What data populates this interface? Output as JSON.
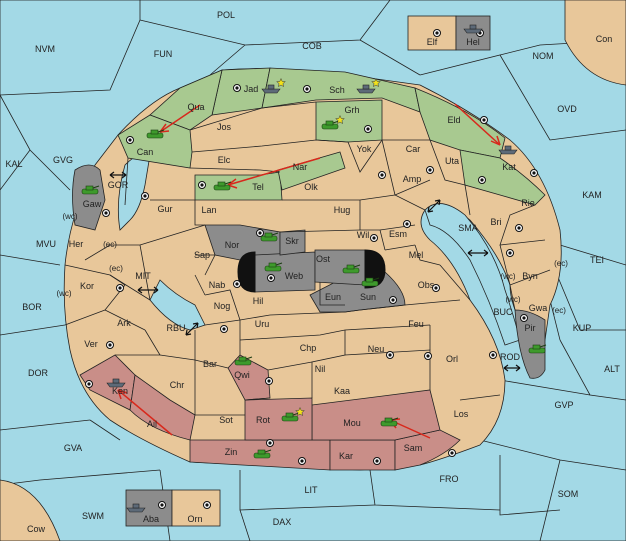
{
  "map": {
    "labels": [
      {
        "id": "pol",
        "text": "POL"
      },
      {
        "id": "nvm",
        "text": "NVM"
      },
      {
        "id": "fun",
        "text": "FUN"
      },
      {
        "id": "cob",
        "text": "COB"
      },
      {
        "id": "elf",
        "text": "Elf"
      },
      {
        "id": "hel",
        "text": "Hel"
      },
      {
        "id": "con",
        "text": "Con"
      },
      {
        "id": "nom",
        "text": "NOM"
      },
      {
        "id": "ovd",
        "text": "OVD"
      },
      {
        "id": "kal",
        "text": "KAL"
      },
      {
        "id": "gvg",
        "text": "GVG"
      },
      {
        "id": "gor",
        "text": "GOR"
      },
      {
        "id": "kam",
        "text": "KAM"
      },
      {
        "id": "sma",
        "text": "SMA"
      },
      {
        "id": "tei",
        "text": "TEI"
      },
      {
        "id": "mvu",
        "text": "MVU"
      },
      {
        "id": "mit",
        "text": "MIT"
      },
      {
        "id": "bor",
        "text": "BOR"
      },
      {
        "id": "rbu",
        "text": "RBU"
      },
      {
        "id": "buc",
        "text": "BUC"
      },
      {
        "id": "kup",
        "text": "KUP"
      },
      {
        "id": "dor",
        "text": "DOR"
      },
      {
        "id": "rod",
        "text": "ROD"
      },
      {
        "id": "alt",
        "text": "ALT"
      },
      {
        "id": "gvp",
        "text": "GVP"
      },
      {
        "id": "gva",
        "text": "GVA"
      },
      {
        "id": "fro",
        "text": "FRO"
      },
      {
        "id": "som",
        "text": "SOM"
      },
      {
        "id": "lit",
        "text": "LIT"
      },
      {
        "id": "swm",
        "text": "SWM"
      },
      {
        "id": "aba",
        "text": "Aba"
      },
      {
        "id": "orn",
        "text": "Orn"
      },
      {
        "id": "dax",
        "text": "DAX"
      },
      {
        "id": "cow",
        "text": "Cow"
      },
      {
        "id": "jad",
        "text": "Jad"
      },
      {
        "id": "sch",
        "text": "Sch"
      },
      {
        "id": "qua",
        "text": "Qua"
      },
      {
        "id": "jos",
        "text": "Jos"
      },
      {
        "id": "grh",
        "text": "Grh"
      },
      {
        "id": "can",
        "text": "Can"
      },
      {
        "id": "eld",
        "text": "Eld"
      },
      {
        "id": "yok",
        "text": "Yok"
      },
      {
        "id": "car",
        "text": "Car"
      },
      {
        "id": "elc",
        "text": "Elc"
      },
      {
        "id": "nar",
        "text": "Nar"
      },
      {
        "id": "uta",
        "text": "Uta"
      },
      {
        "id": "kat",
        "text": "Kat"
      },
      {
        "id": "tel",
        "text": "Tel"
      },
      {
        "id": "olk",
        "text": "Olk"
      },
      {
        "id": "amp",
        "text": "Amp"
      },
      {
        "id": "gaw",
        "text": "Gaw"
      },
      {
        "id": "gur",
        "text": "Gur"
      },
      {
        "id": "lan",
        "text": "Lan"
      },
      {
        "id": "hug",
        "text": "Hug"
      },
      {
        "id": "rie",
        "text": "Rie"
      },
      {
        "id": "bri",
        "text": "Bri"
      },
      {
        "id": "wil",
        "text": "Wil"
      },
      {
        "id": "esm",
        "text": "Esm"
      },
      {
        "id": "nor",
        "text": "Nor"
      },
      {
        "id": "her",
        "text": "Her"
      },
      {
        "id": "sap",
        "text": "Sap"
      },
      {
        "id": "skr",
        "text": "Skr"
      },
      {
        "id": "ost",
        "text": "Ost"
      },
      {
        "id": "mel",
        "text": "Mel"
      },
      {
        "id": "web",
        "text": "Web"
      },
      {
        "id": "byn",
        "text": "Byn"
      },
      {
        "id": "kor",
        "text": "Kor"
      },
      {
        "id": "nab",
        "text": "Nab"
      },
      {
        "id": "eun",
        "text": "Eun"
      },
      {
        "id": "sun",
        "text": "Sun"
      },
      {
        "id": "obs",
        "text": "Obs"
      },
      {
        "id": "hil",
        "text": "Hil"
      },
      {
        "id": "gwa",
        "text": "Gwa"
      },
      {
        "id": "nog",
        "text": "Nog"
      },
      {
        "id": "ark",
        "text": "Ark"
      },
      {
        "id": "uru",
        "text": "Uru"
      },
      {
        "id": "feu",
        "text": "Feu"
      },
      {
        "id": "pir",
        "text": "Pir"
      },
      {
        "id": "ver",
        "text": "Ver"
      },
      {
        "id": "chp",
        "text": "Chp"
      },
      {
        "id": "neu",
        "text": "Neu"
      },
      {
        "id": "orl",
        "text": "Orl"
      },
      {
        "id": "bar",
        "text": "Bar"
      },
      {
        "id": "nil",
        "text": "Nil"
      },
      {
        "id": "qwi",
        "text": "Qwi"
      },
      {
        "id": "chr",
        "text": "Chr"
      },
      {
        "id": "ken",
        "text": "Ken"
      },
      {
        "id": "kaa",
        "text": "Kaa"
      },
      {
        "id": "ail",
        "text": "Ail"
      },
      {
        "id": "sot",
        "text": "Sot"
      },
      {
        "id": "rot",
        "text": "Rot"
      },
      {
        "id": "los",
        "text": "Los"
      },
      {
        "id": "mou",
        "text": "Mou"
      },
      {
        "id": "zin",
        "text": "Zin"
      },
      {
        "id": "kar",
        "text": "Kar"
      },
      {
        "id": "sam",
        "text": "Sam"
      }
    ],
    "coast_labels": [
      {
        "id": "her-wc",
        "text": "(wc)"
      },
      {
        "id": "her-ec",
        "text": "(ec)"
      },
      {
        "id": "kor-ec",
        "text": "(ec)"
      },
      {
        "id": "kor-wc",
        "text": "(wc)"
      },
      {
        "id": "byn-wc",
        "text": "(wc)"
      },
      {
        "id": "byn-ec",
        "text": "(ec)"
      },
      {
        "id": "gwa-wc",
        "text": "(wc)"
      },
      {
        "id": "gwa-ec",
        "text": "(ec)"
      }
    ],
    "supply_centers": [
      "elf-sc",
      "hel-sc",
      "jad-sc",
      "sch-sc",
      "grh-sc",
      "can-sc",
      "eld-sc",
      "kat-sc",
      "yok-sc",
      "tel-sc",
      "gur-sc",
      "amp-sc",
      "uta-sc",
      "bri-sc",
      "esm-sc",
      "nor-sc",
      "wil-sc",
      "web-sc",
      "sun-sc",
      "kor-sc",
      "nab-sc",
      "byn-sc",
      "gwa-sc",
      "feu-sc",
      "neu-sc",
      "orl-sc",
      "qwi-sc",
      "ken-sc",
      "rot-sc",
      "zin-sc",
      "kar-sc",
      "sam-sc",
      "aba-sc",
      "orn-sc",
      "obs-sc",
      "gaw-sc",
      "ail-sc",
      "hil-sc"
    ],
    "units": [
      {
        "id": "hel-fleet",
        "type": "fleet",
        "power": "grey"
      },
      {
        "id": "jad-fleet",
        "type": "fleet",
        "power": "grey",
        "dislodged": true
      },
      {
        "id": "sch-fleet",
        "type": "fleet",
        "power": "grey",
        "dislodged": true
      },
      {
        "id": "grh-army",
        "type": "army",
        "power": "green",
        "dislodged": true
      },
      {
        "id": "can-army",
        "type": "army",
        "power": "green"
      },
      {
        "id": "kat-fleet",
        "type": "fleet",
        "power": "grey"
      },
      {
        "id": "tel-army",
        "type": "army",
        "power": "green"
      },
      {
        "id": "gaw-army",
        "type": "army",
        "power": "green"
      },
      {
        "id": "nor-army",
        "type": "army",
        "power": "green"
      },
      {
        "id": "ost-army",
        "type": "army",
        "power": "green"
      },
      {
        "id": "web-army",
        "type": "army",
        "power": "green"
      },
      {
        "id": "sun-army",
        "type": "army",
        "power": "green"
      },
      {
        "id": "pir-army",
        "type": "army",
        "power": "green"
      },
      {
        "id": "ken-fleet",
        "type": "fleet",
        "power": "grey"
      },
      {
        "id": "qwi-army",
        "type": "army",
        "power": "green"
      },
      {
        "id": "rot-army",
        "type": "army",
        "power": "green",
        "dislodged": true
      },
      {
        "id": "mou-army",
        "type": "army",
        "power": "green"
      },
      {
        "id": "zin-army",
        "type": "army",
        "power": "green"
      },
      {
        "id": "aba-fleet",
        "type": "fleet",
        "power": "grey"
      }
    ]
  }
}
